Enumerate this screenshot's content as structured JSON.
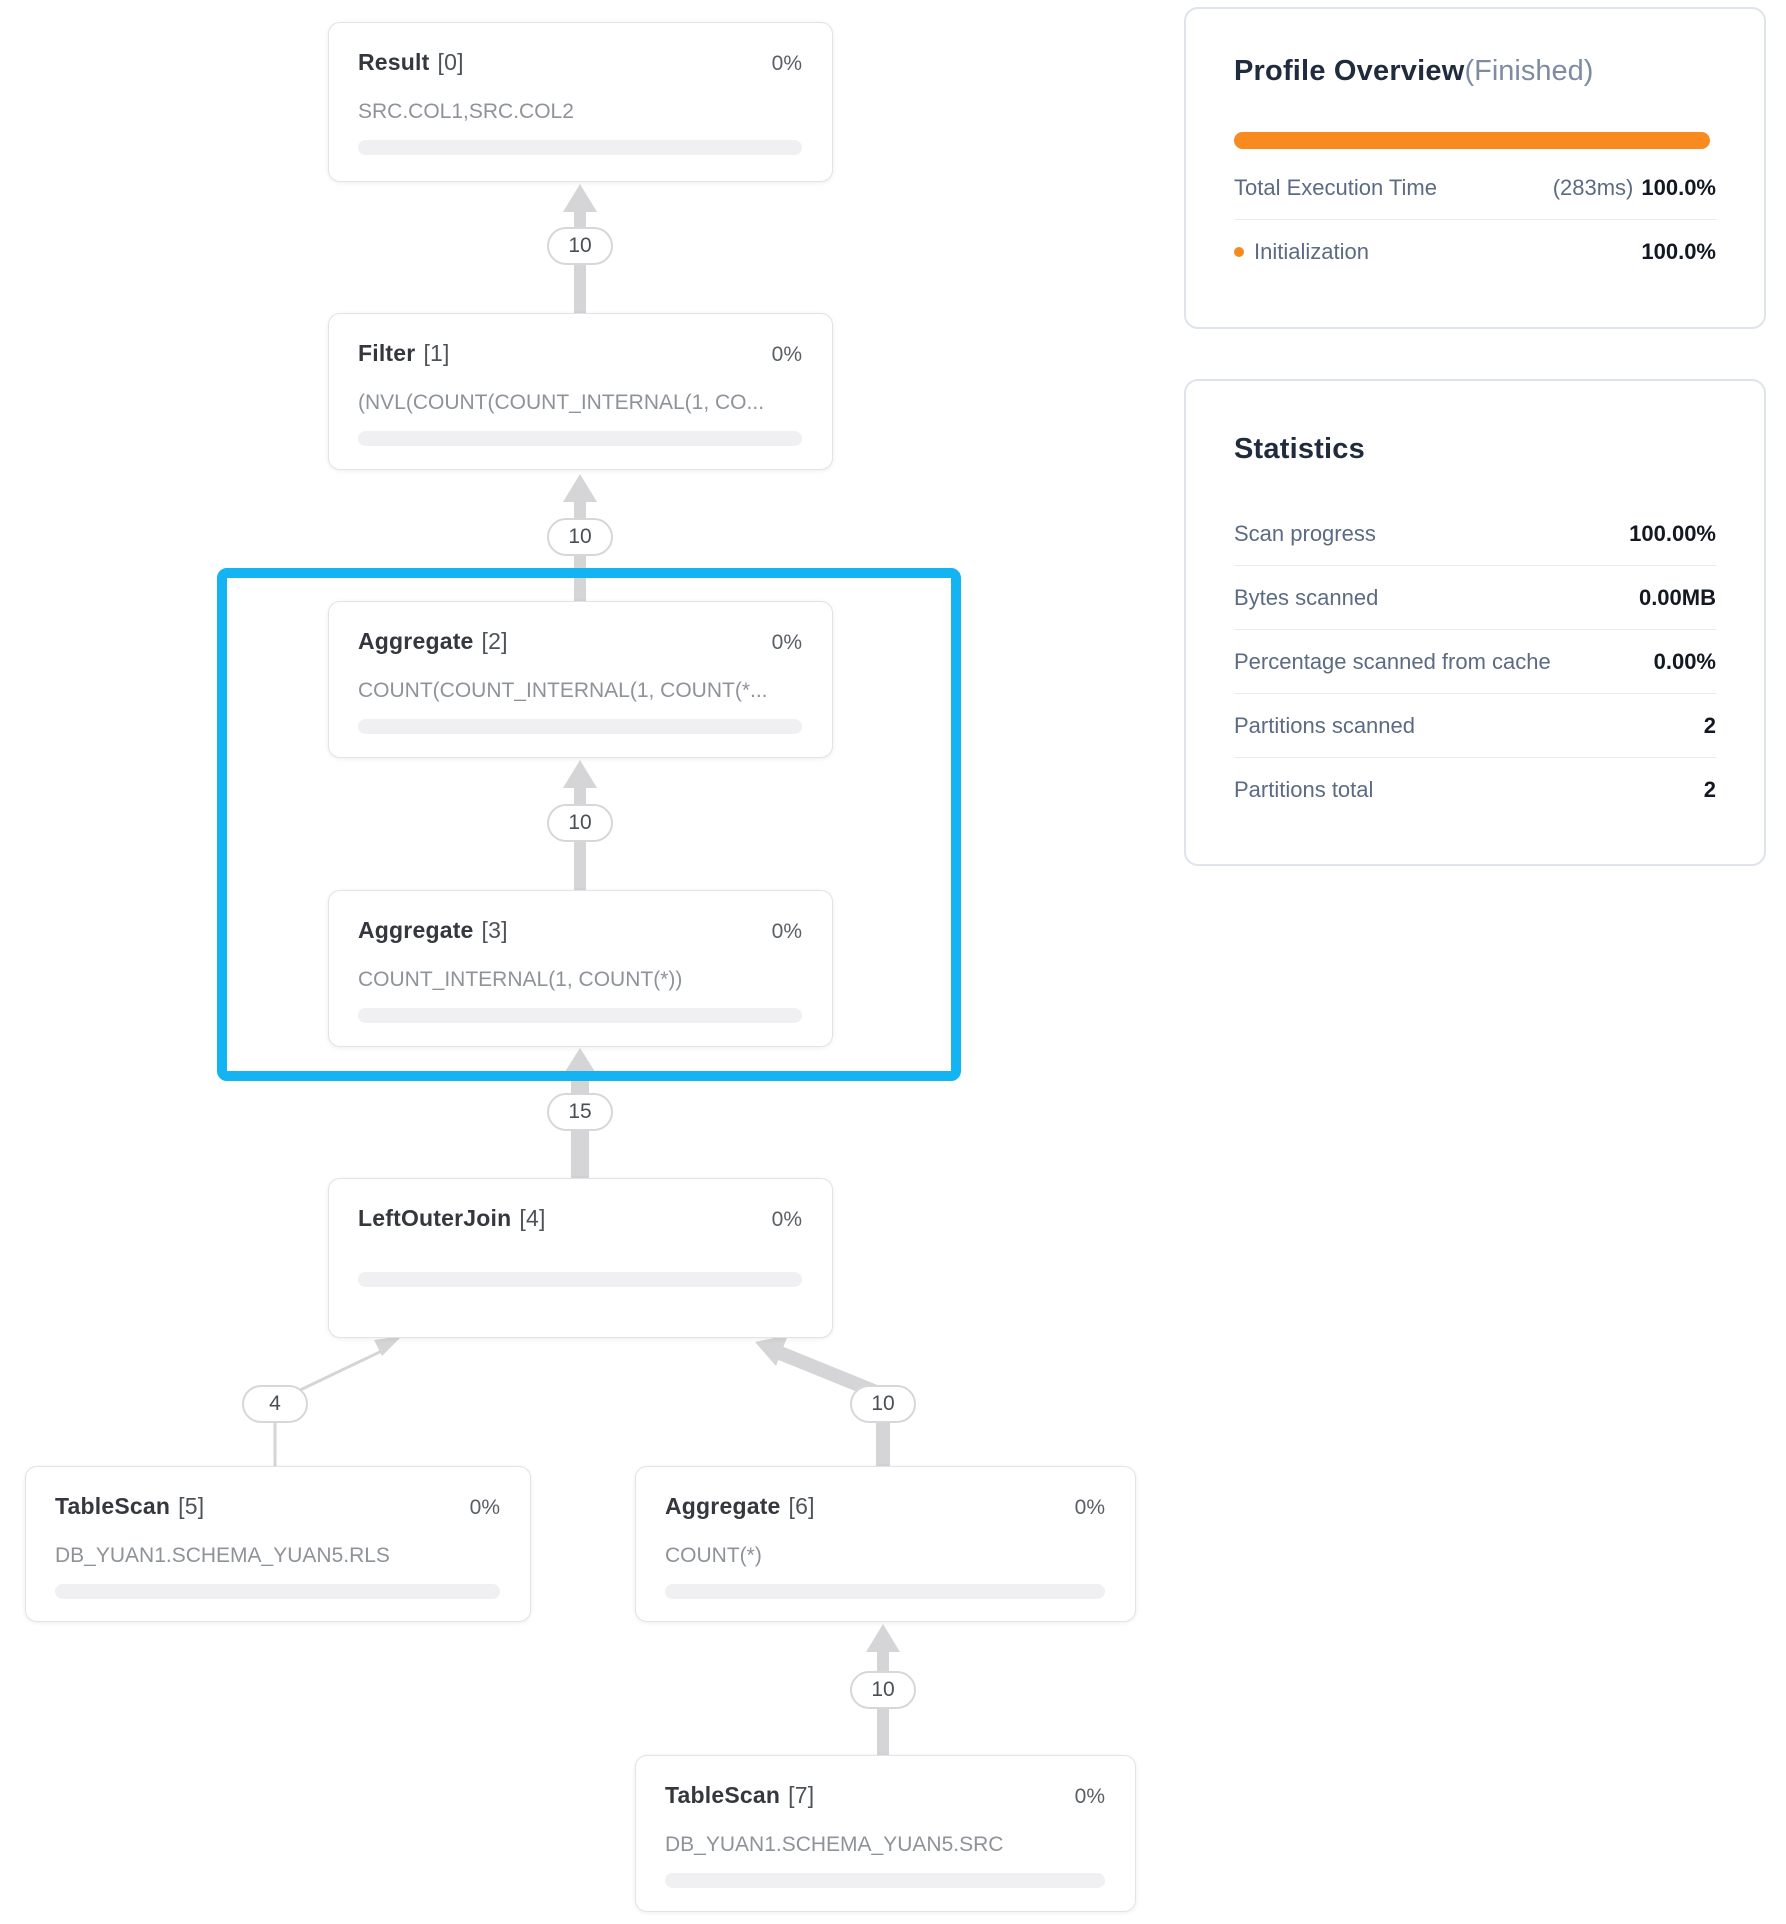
{
  "diagram": {
    "nodes": [
      {
        "name": "Result",
        "index_label": "[0]",
        "percent": "0%",
        "expression": "SRC.COL1,SRC.COL2"
      },
      {
        "name": "Filter",
        "index_label": "[1]",
        "percent": "0%",
        "expression": "(NVL(COUNT(COUNT_INTERNAL(1, CO..."
      },
      {
        "name": "Aggregate",
        "index_label": "[2]",
        "percent": "0%",
        "expression": "COUNT(COUNT_INTERNAL(1, COUNT(*..."
      },
      {
        "name": "Aggregate",
        "index_label": "[3]",
        "percent": "0%",
        "expression": "COUNT_INTERNAL(1, COUNT(*))"
      },
      {
        "name": "LeftOuterJoin",
        "index_label": "[4]",
        "percent": "0%",
        "expression": ""
      },
      {
        "name": "TableScan",
        "index_label": "[5]",
        "percent": "0%",
        "expression": "DB_YUAN1.SCHEMA_YUAN5.RLS"
      },
      {
        "name": "Aggregate",
        "index_label": "[6]",
        "percent": "0%",
        "expression": "COUNT(*)"
      },
      {
        "name": "TableScan",
        "index_label": "[7]",
        "percent": "0%",
        "expression": "DB_YUAN1.SCHEMA_YUAN5.SRC"
      }
    ],
    "edges": [
      {
        "label": "10"
      },
      {
        "label": "10"
      },
      {
        "label": "10"
      },
      {
        "label": "15"
      },
      {
        "label": "4"
      },
      {
        "label": "10"
      },
      {
        "label": "10"
      }
    ],
    "selection_color": "#14b3f2"
  },
  "profile_overview": {
    "title": "Profile Overview",
    "status": "(Finished)",
    "accent_color": "#f98a1f",
    "rows": [
      {
        "label": "Total Execution Time",
        "detail": "(283ms)",
        "value": "100.0%"
      },
      {
        "label": "Initialization",
        "detail": "",
        "value": "100.0%"
      }
    ]
  },
  "statistics": {
    "title": "Statistics",
    "rows": [
      {
        "label": "Scan progress",
        "value": "100.00%"
      },
      {
        "label": "Bytes scanned",
        "value": "0.00MB"
      },
      {
        "label": "Percentage scanned from cache",
        "value": "0.00%"
      },
      {
        "label": "Partitions scanned",
        "value": "2"
      },
      {
        "label": "Partitions total",
        "value": "2"
      }
    ]
  }
}
